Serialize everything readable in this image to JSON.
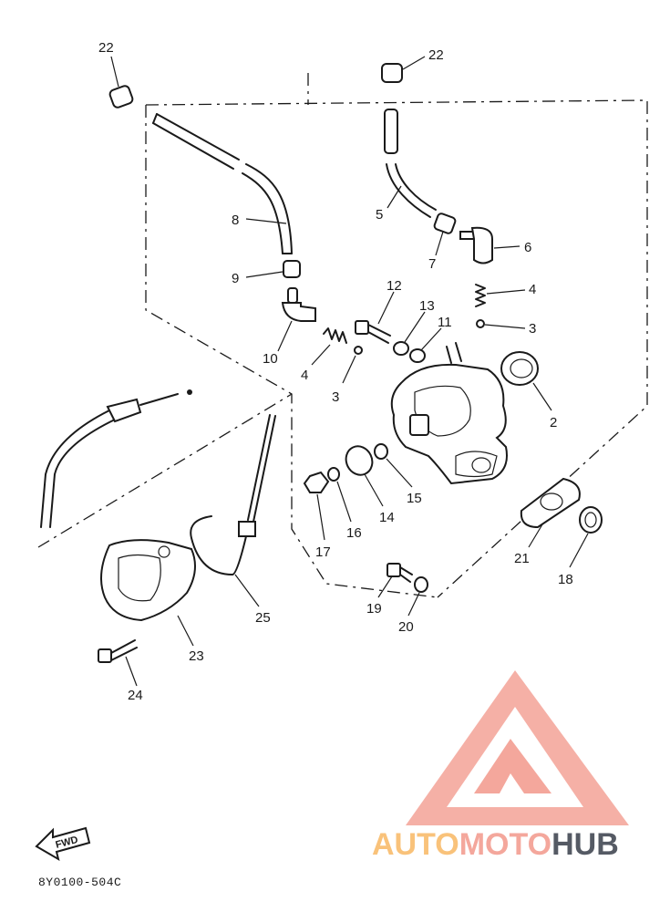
{
  "callouts": [
    {
      "id": "22a",
      "text": "22"
    },
    {
      "id": "22b",
      "text": "22"
    },
    {
      "id": "8",
      "text": "8"
    },
    {
      "id": "5",
      "text": "5"
    },
    {
      "id": "7",
      "text": "7"
    },
    {
      "id": "6",
      "text": "6"
    },
    {
      "id": "9",
      "text": "9"
    },
    {
      "id": "12",
      "text": "12"
    },
    {
      "id": "4a",
      "text": "4"
    },
    {
      "id": "13",
      "text": "13"
    },
    {
      "id": "11",
      "text": "11"
    },
    {
      "id": "3a",
      "text": "3"
    },
    {
      "id": "10",
      "text": "10"
    },
    {
      "id": "4b",
      "text": "4"
    },
    {
      "id": "3b",
      "text": "3"
    },
    {
      "id": "2",
      "text": "2"
    },
    {
      "id": "15",
      "text": "15"
    },
    {
      "id": "14",
      "text": "14"
    },
    {
      "id": "16",
      "text": "16"
    },
    {
      "id": "17",
      "text": "17"
    },
    {
      "id": "21",
      "text": "21"
    },
    {
      "id": "18",
      "text": "18"
    },
    {
      "id": "25",
      "text": "25"
    },
    {
      "id": "23",
      "text": "23"
    },
    {
      "id": "19",
      "text": "19"
    },
    {
      "id": "20",
      "text": "20"
    },
    {
      "id": "24",
      "text": "24"
    }
  ],
  "fwd_label": "FWD",
  "diagram_code": "8Y0100-504C",
  "watermark": {
    "part1": "AUTO",
    "part2": "MOTO",
    "part3": "HUB",
    "color_primary": "#f4a79c",
    "color_accent": "#f9c27a",
    "color_dark": "#555a64"
  }
}
